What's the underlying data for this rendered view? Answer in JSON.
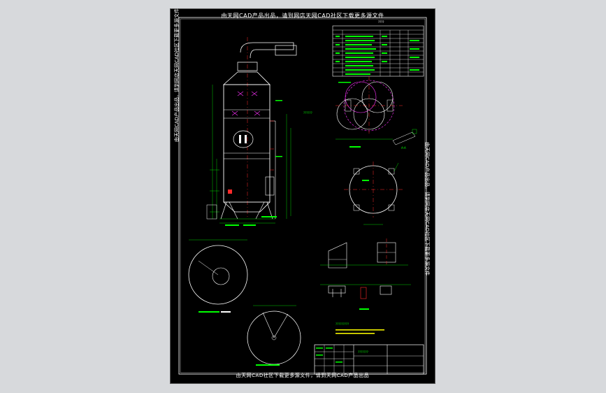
{
  "window": {
    "background": "#d7d9dc",
    "sheet_background": "#000000"
  },
  "banners": {
    "top": "由天网CAD产品出品，请到网店天网CAD社区下载更多源文件",
    "bottom": "由天网CAD社区下载更多源文件，请到天网CAD产品出品",
    "left": "由天网CAD产品出品，请到网店天网CAD社区下载更多源文件",
    "right": "由天网CAD产品出品，请到网店天网CAD社区下载更多源文件"
  },
  "labels": {
    "table_header": "????",
    "section_aa": "A-A",
    "view_marker": "??????",
    "bottom_note": "?????????",
    "title_block_name": "???????"
  },
  "colors": {
    "line_white": "#ffffff",
    "line_green": "#00ff00",
    "line_red": "#ff2a2a",
    "line_magenta": "#ff33ff",
    "line_cyan": "#00ffff",
    "line_yellow": "#ffff00"
  }
}
